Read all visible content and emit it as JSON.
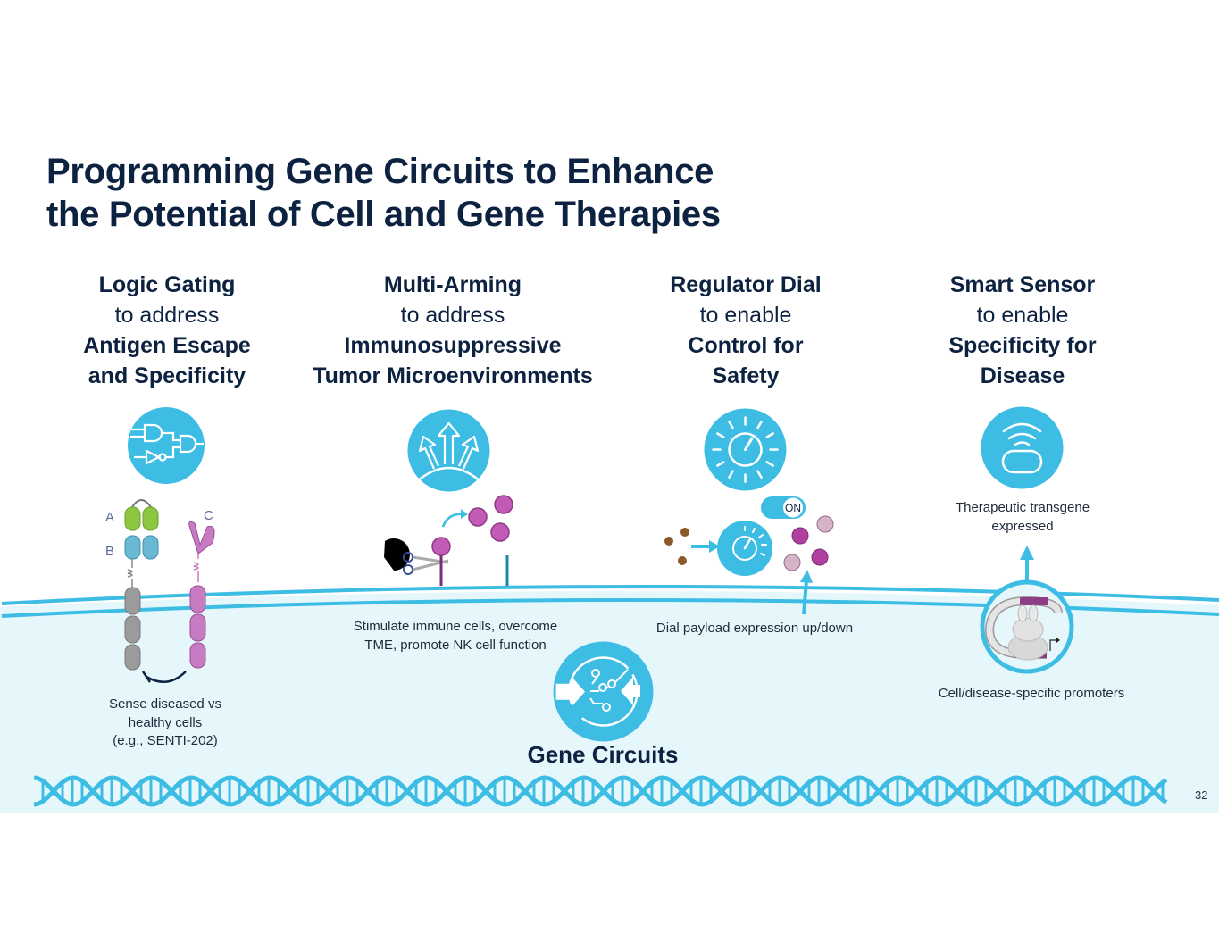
{
  "slide": {
    "title_line1": "Programming Gene Circuits to Enhance",
    "title_line2": "the Potential of Cell and Gene Therapies",
    "page_number": "32",
    "colors": {
      "navy": "#0d2240",
      "accent_blue": "#3dbde4",
      "cell_interior": "#e6f7fc",
      "purple": "#b560b0",
      "green": "#8dc63f",
      "gray": "#9b9b9b"
    }
  },
  "columns": [
    {
      "heading": "Logic Gating",
      "connector": "to address",
      "goal_line1": "Antigen Escape",
      "goal_line2": "and Specificity",
      "icon": "logic-gate-icon",
      "caption_lines": [
        "Sense diseased vs",
        "healthy cells",
        "(e.g., SENTI-202)"
      ],
      "labels": {
        "a": "A",
        "b": "B",
        "c": "C"
      }
    },
    {
      "heading": "Multi-Arming",
      "connector": "to address",
      "goal_line1": "Immunosuppressive",
      "goal_line2": "Tumor Microenvironments",
      "icon": "multi-arrow-icon",
      "caption_lines": [
        "Stimulate immune cells, overcome",
        "TME, promote NK cell function"
      ]
    },
    {
      "heading": "Regulator Dial",
      "connector": "to enable",
      "goal_line1": "Control for",
      "goal_line2": "Safety",
      "icon": "dial-icon",
      "caption_lines": [
        "Dial payload expression up/down"
      ],
      "toggle_label": "ON"
    },
    {
      "heading": "Smart Sensor",
      "connector": "to enable",
      "goal_line1": "Specificity for",
      "goal_line2": "Disease",
      "icon": "sensor-icon",
      "caption_top_lines": [
        "Therapeutic transgene",
        "expressed"
      ],
      "caption_lines": [
        "Cell/disease-specific promoters"
      ]
    }
  ],
  "center": {
    "label": "Gene Circuits",
    "icon": "gene-circuit-icon"
  }
}
